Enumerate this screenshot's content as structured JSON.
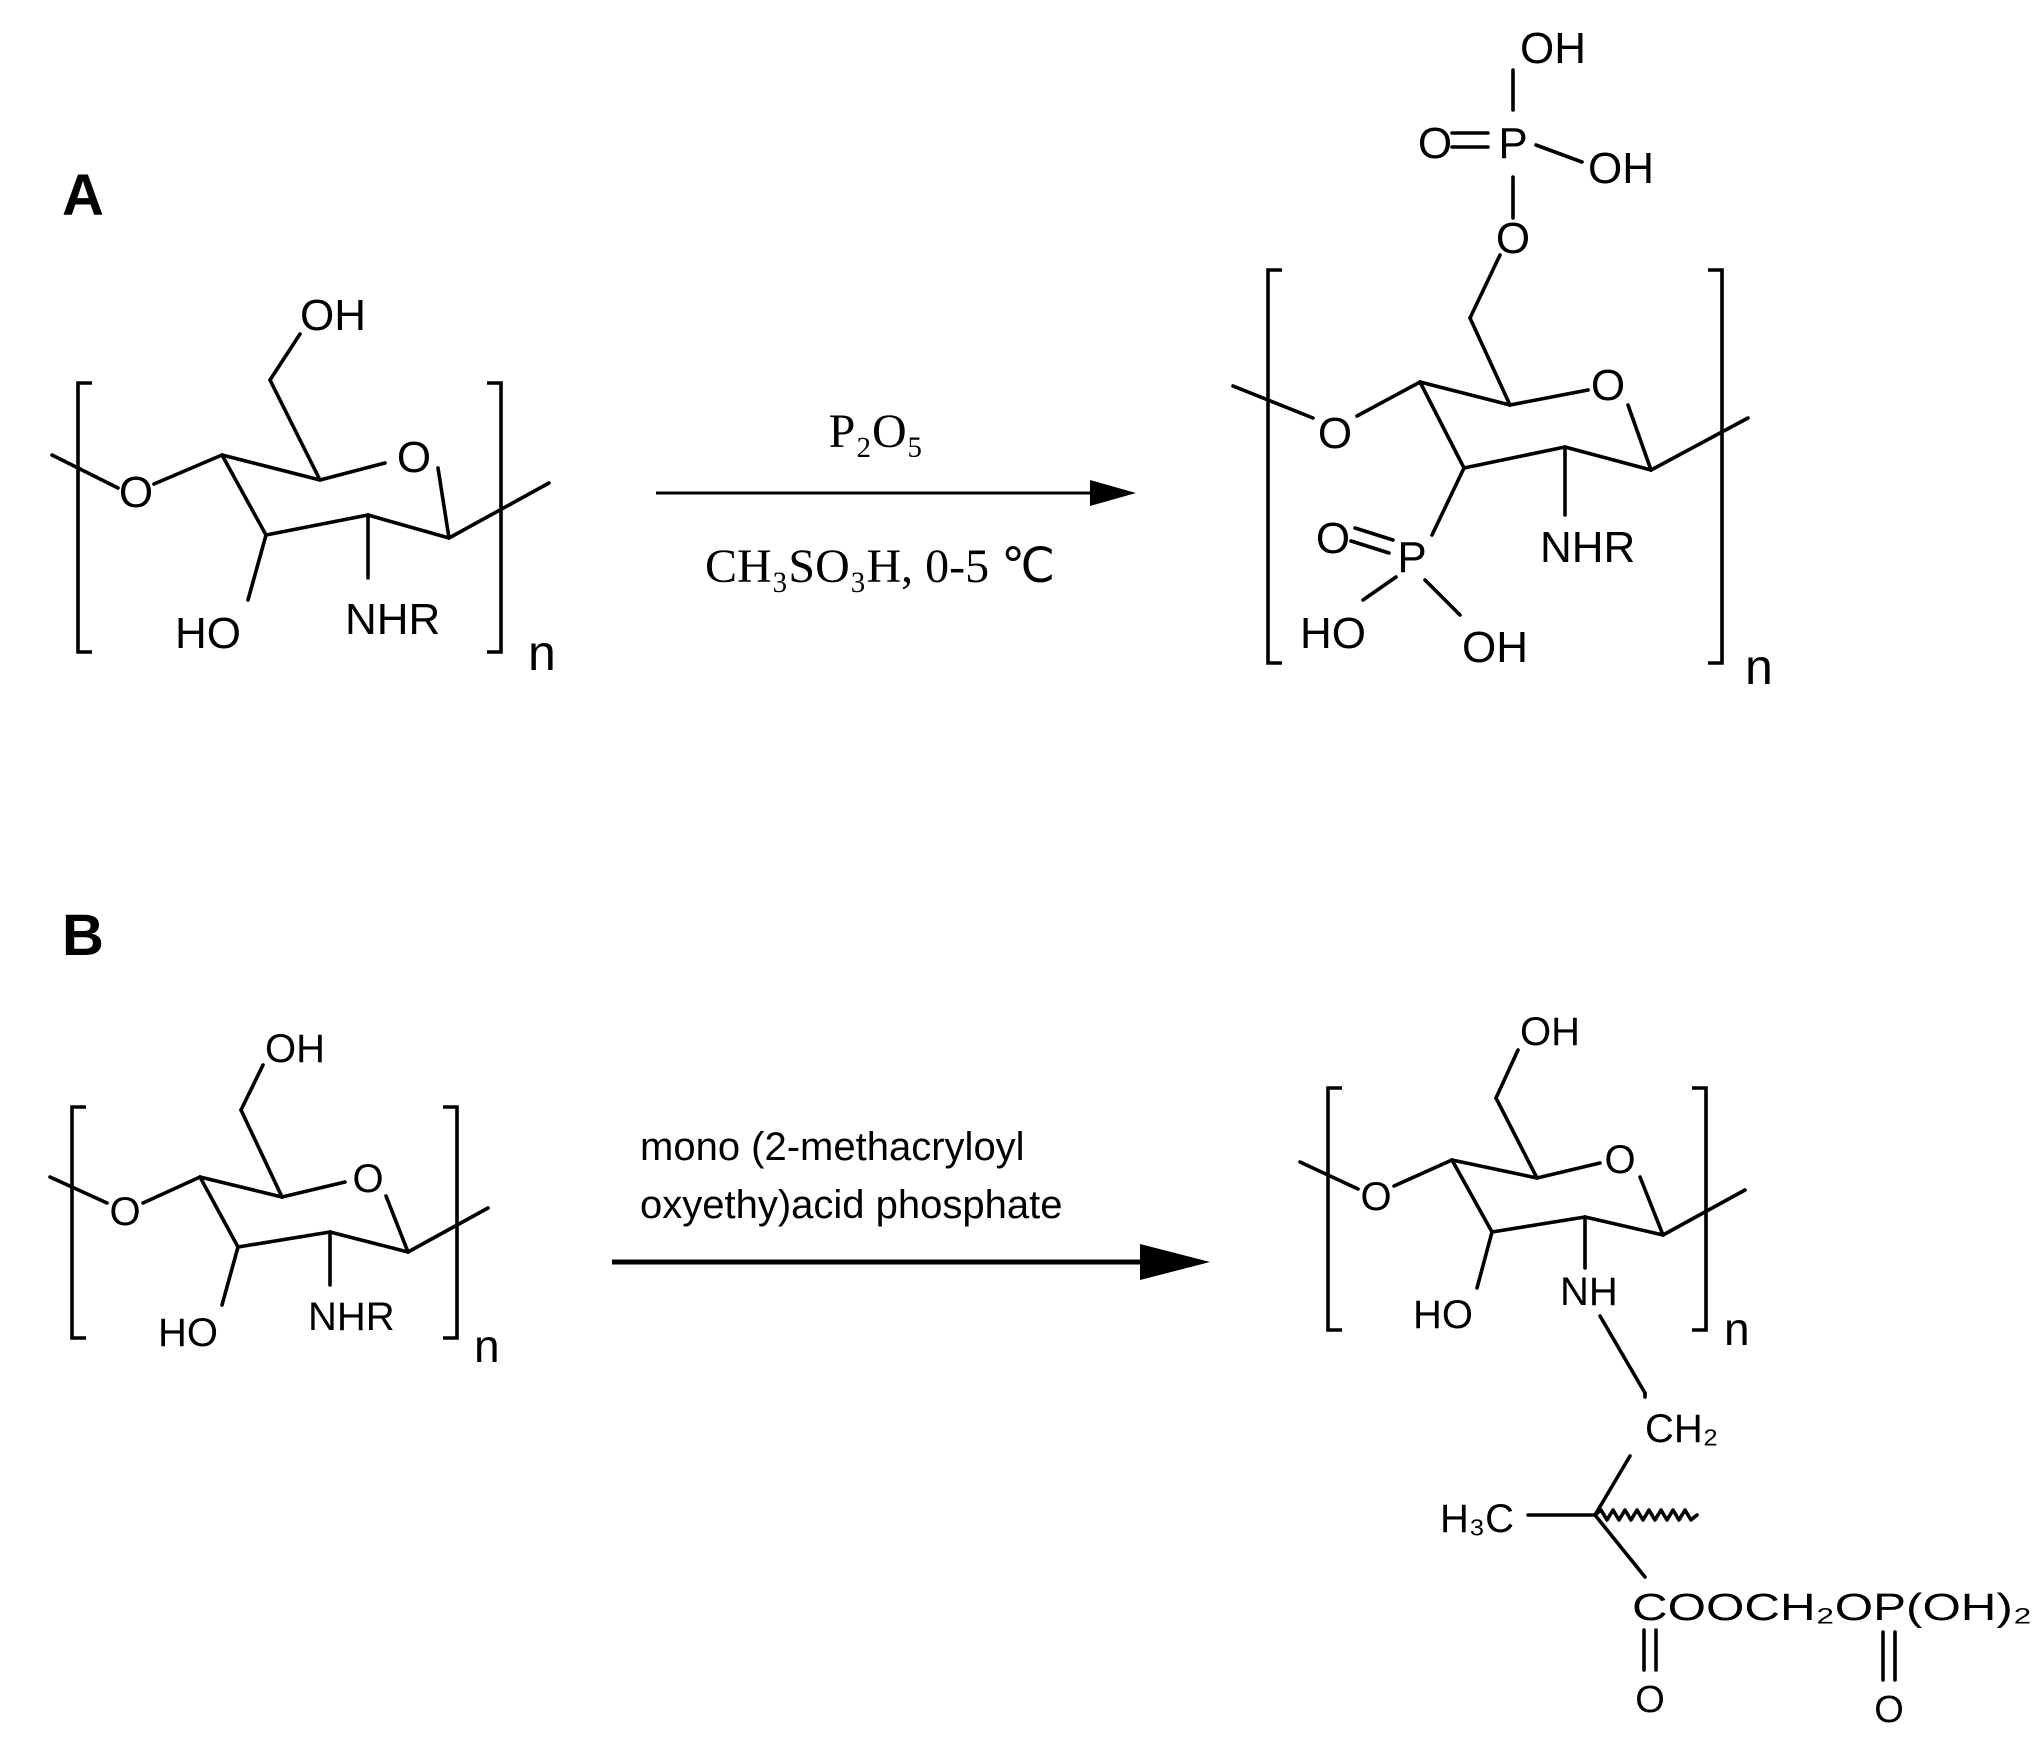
{
  "panels": {
    "a": {
      "label": "A",
      "reagent_above": "P₂O₅",
      "reagent_below": "CH₃SO₃H, 0-5 ℃"
    },
    "b": {
      "label": "B",
      "reagent_line1": "mono (2-methacryloyl",
      "reagent_line2": "oxyethy)acid phosphate"
    }
  },
  "atoms": {
    "oh": "OH",
    "ho": "HO",
    "o": "O",
    "p": "P",
    "nhr": "NHR",
    "nh": "NH",
    "n": "n",
    "ch2": "CH₂",
    "h3c": "H₃C",
    "ester_chain": "COOCH₂OP(OH)₂"
  }
}
